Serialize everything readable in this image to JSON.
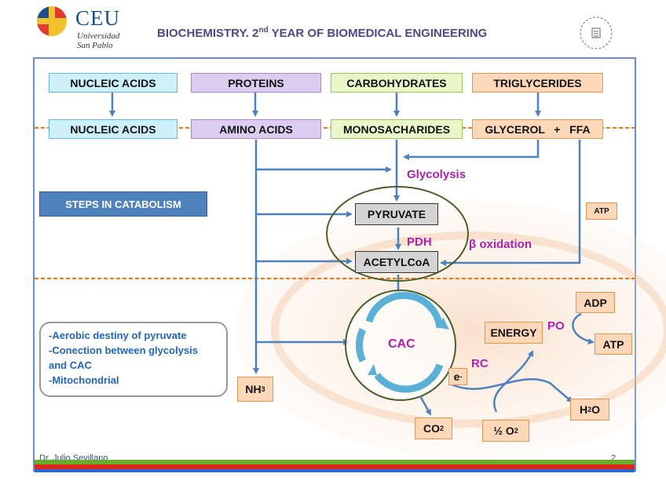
{
  "header": {
    "org_name": "CEU",
    "org_sub_1": "Universidad",
    "org_sub_2": "San Pablo",
    "title_pre": "BIOCHEMISTRY. 2",
    "title_sup": "nd",
    "title_post": " YEAR OF BIOMEDICAL ENGINEERING"
  },
  "top_row": [
    "NUCLEIC ACIDS",
    "PROTEINS",
    "CARBOHYDRATES",
    "TRIGLYCERIDES"
  ],
  "second_row": [
    "NUCLEIC ACIDS",
    "AMINO ACIDS",
    "MONOSACHARIDES",
    "GLYCEROL   +   FFA"
  ],
  "nodes": {
    "pyruvate": "PYRUVATE",
    "acetylcoa": "ACETYLCoA",
    "cac": "CAC",
    "energy": "ENERGY",
    "adp": "ADP",
    "atp": "ATP",
    "atp_small": "ATP",
    "nh3": "NH",
    "nh3_sub": "3",
    "co2": "CO",
    "co2_sub": "2",
    "h2o_pre": "H",
    "h2o_sub": "2",
    "h2o_post": "O",
    "o2_pre": "½ O",
    "o2_sub": "2",
    "electron": "e",
    "electron_sup": "-"
  },
  "labels": {
    "glycolysis": "Glycolysis",
    "pdh": "PDH",
    "beta_oxidation": "β oxidation",
    "po": "PO",
    "rc": "RC"
  },
  "steps_box": "STEPS IN CATABOLISM",
  "notes": [
    "-Aerobic destiny of pyruvate",
    "-Conection between glycolysis",
    "and CAC",
    "-Mitochondrial"
  ],
  "footer": {
    "author": "Dr. Julio Sevillano",
    "page": "2"
  },
  "colors": {
    "arrow": "#4f81bd",
    "magenta": "#b01fb0",
    "divider": "#e07a2a",
    "band_red": "#e0261c",
    "band_green": "#6aaa2c",
    "band_blue": "#2c6ad2",
    "band_orange": "#f08a1c"
  }
}
